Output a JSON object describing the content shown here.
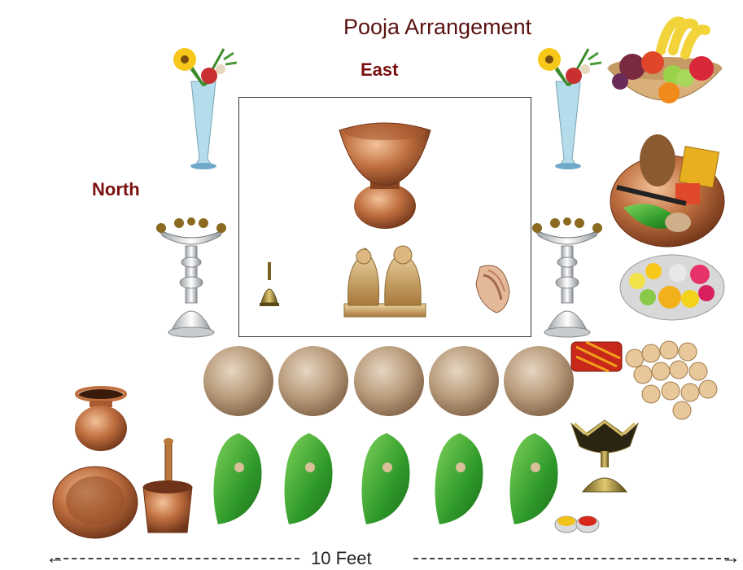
{
  "title": "Pooja Arrangement",
  "directions": {
    "east": "East",
    "north": "North"
  },
  "scale": {
    "label": "10 Feet",
    "left_arrow": "←",
    "right_arrow": "→"
  },
  "colors": {
    "title": "#5a1212",
    "direction_text": "#7a1010",
    "copper": "#b86a3c",
    "leaf_green": "#2f9a2a",
    "coconut": "#b89a7a"
  },
  "items": [
    "flower-vase-icon",
    "brass-lamp-icon",
    "copper-kalash-icon",
    "idol-icon",
    "bell-icon",
    "conch-icon",
    "coconut-icon",
    "betel-leaf-icon",
    "fruit-bowl-icon",
    "offering-plate-icon",
    "flower-plate-icon",
    "betel-nuts-icon",
    "copper-vessel-icon",
    "diya-icon",
    "kumkum-turmeric-icon"
  ]
}
